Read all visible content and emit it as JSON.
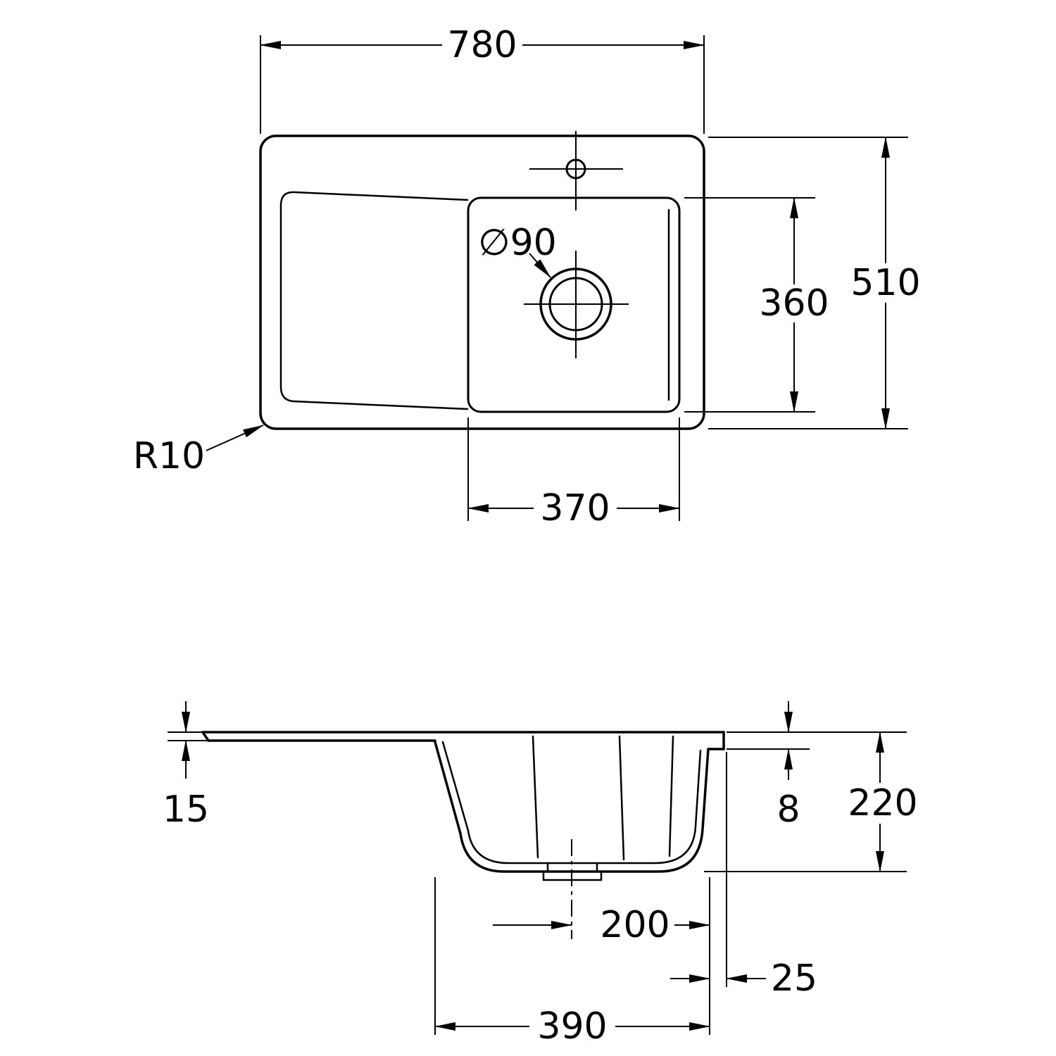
{
  "drawing": {
    "type": "technical-dimension-drawing",
    "subject": "kitchen sink with drainboard, top view and cross-section",
    "views": {
      "top": {
        "overall_width": "780",
        "overall_depth": "510",
        "bowl_depth": "360",
        "bowl_width": "370",
        "drain_diameter": "∅90",
        "corner_radius": "R10"
      },
      "section": {
        "front_edge_height": "15",
        "rim_height": "8",
        "overall_height": "220",
        "center_to_bowl_edge": "200",
        "bowl_edge_to_rim": "25",
        "bowl_outer_width": "390"
      }
    },
    "colors": {
      "line": "#000000",
      "background": "#ffffff"
    }
  }
}
